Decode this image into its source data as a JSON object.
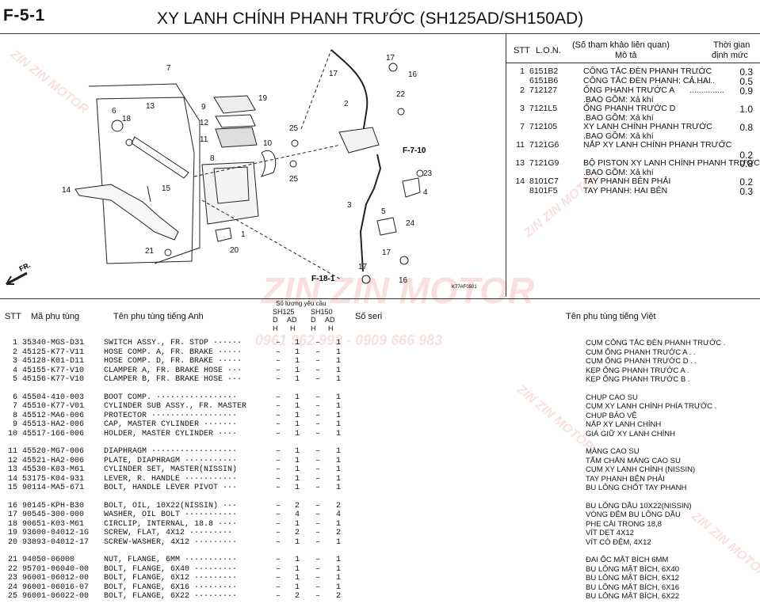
{
  "header": {
    "code": "F-5-1",
    "title": "XY LANH CHÍNH PHANH TRƯỚC (SH125AD/SH150AD)"
  },
  "ops_table": {
    "col_stt": "STT",
    "col_lon": "L.O.N.",
    "col_desc_top": "(Số tham khảo liên quan)",
    "col_desc": "Mô tả",
    "col_time_top": "Thời gian",
    "col_time": "định mức",
    "rows": [
      {
        "n": "1",
        "code": "6151B2",
        "desc": "CÔNG TẮC ĐÈN PHANH TRƯỚC",
        "dots": ".......",
        "time": "0.3"
      },
      {
        "n": "",
        "code": "6151B6",
        "desc": "CÔNG TẮC ĐÈN PHANH: CẢ HAI",
        "dots": "...........",
        "time": "0.5"
      },
      {
        "n": "2",
        "code": "712127",
        "desc": "ỐNG PHANH TRƯỚC A",
        "dots": "...............",
        "time": "0.9"
      },
      {
        "n": "",
        "code": "",
        "desc": ".BAO GỒM: Xả khí",
        "dots": "",
        "time": ""
      },
      {
        "n": "3",
        "code": "7121L5",
        "desc": "ỐNG PHANH TRƯỚC D",
        "dots": "",
        "time": "1.0"
      },
      {
        "n": "",
        "code": "",
        "desc": ".BAO GỒM: Xả khí",
        "dots": "",
        "time": ""
      },
      {
        "n": "7",
        "code": "712105",
        "desc": "XY LANH CHÍNH PHANH TRƯỚC",
        "dots": "",
        "time": "0.8"
      },
      {
        "n": "",
        "code": "",
        "desc": ".BAO GỒM: Xả khí",
        "dots": "",
        "time": ""
      },
      {
        "n": "11",
        "code": "7121G6",
        "desc": "NẮP XY LANH CHÍNH PHANH TRƯỚC",
        "dots": "",
        "time": ""
      },
      {
        "n": "",
        "code": "",
        "desc": "",
        "dots": "",
        "time": "0.2"
      },
      {
        "n": "13",
        "code": "7121G9",
        "desc": "BỘ PISTON XY LANH CHÍNH PHANH TRƯỚC",
        "dots": "",
        "time": "0.8"
      },
      {
        "n": "",
        "code": "",
        "desc": ".BAO GỒM: Xả khí",
        "dots": "",
        "time": ""
      },
      {
        "n": "14",
        "code": "8101C7",
        "desc": "TAY PHANH BÊN PHẢI",
        "dots": "",
        "time": "0.2"
      },
      {
        "n": "",
        "code": "8101F5",
        "desc": "TAY PHANH: HAI BÊN",
        "dots": "",
        "time": "0.3"
      }
    ]
  },
  "diagram": {
    "callouts": [
      "7",
      "6",
      "13",
      "18",
      "9",
      "19",
      "12",
      "11",
      "10",
      "8",
      "25",
      "25",
      "14",
      "15",
      "21",
      "1",
      "20",
      "17",
      "17",
      "16",
      "2",
      "22",
      "23",
      "4",
      "3",
      "5",
      "24",
      "17",
      "16",
      "17"
    ],
    "refs": [
      "F-7-10",
      "F-18-1",
      "FR."
    ],
    "drawing_code": "K77AF0501"
  },
  "parts_header": {
    "stt": "STT",
    "part_no": "Mã phụ tùng",
    "name_en": "Tên phụ tùng tiếng Anh",
    "qty_top": "Số lượng yêu cầu",
    "sh125": "SH125",
    "sh150": "SH150",
    "sub": [
      "D",
      "AD",
      "D",
      "AD"
    ],
    "h": [
      "H",
      "H",
      "H",
      "H"
    ],
    "serial": "Số seri",
    "name_vi": "Tên phụ tùng tiếng Việt"
  },
  "parts": [
    {
      "n": "1",
      "pn": "35340-MGS-D31",
      "en": "SWITCH ASSY., FR. STOP ······",
      "q": [
        "–",
        "1",
        "–",
        "1"
      ],
      "vi": "CỤM CÔNG TẮC ĐÈN PHANH TRƯỚC ."
    },
    {
      "n": "2",
      "pn": "45125-K77-V11",
      "en": "HOSE COMP. A, FR. BRAKE ·····",
      "q": [
        "–",
        "1",
        "–",
        "1"
      ],
      "vi": "CỤM ỐNG PHANH TRƯỚC A . ."
    },
    {
      "n": "3",
      "pn": "45128-K01-D11",
      "en": "HOSE COMP. D, FR. BRAKE ·····",
      "q": [
        "–",
        "1",
        "–",
        "1"
      ],
      "vi": "CỤM ỐNG PHANH TRƯỚC D . ."
    },
    {
      "n": "4",
      "pn": "45155-K77-V10",
      "en": "CLAMPER A, FR. BRAKE HOSE ···",
      "q": [
        "–",
        "1",
        "–",
        "1"
      ],
      "vi": "KẸP ỐNG PHANH TRƯỚC A ."
    },
    {
      "n": "5",
      "pn": "45156-K77-V10",
      "en": "CLAMPER B, FR. BRAKE HOSE ···",
      "q": [
        "–",
        "1",
        "–",
        "1"
      ],
      "vi": "KẸP ỐNG PHANH TRƯỚC B ."
    },
    {
      "n": "6",
      "pn": "45504-410-003",
      "en": "BOOT COMP. ·················",
      "q": [
        "–",
        "1",
        "–",
        "1"
      ],
      "vi": "CHỤP CAO SU"
    },
    {
      "n": "7",
      "pn": "45510-K77-V01",
      "en": "CYLINDER SUB ASSY., FR. MASTER",
      "q": [
        "–",
        "1",
        "–",
        "1"
      ],
      "vi": "CỤM XY LANH CHÍNH PHÍA TRƯỚC ."
    },
    {
      "n": "8",
      "pn": "45512-MA6-006",
      "en": "PROTECTOR ··················",
      "q": [
        "–",
        "1",
        "–",
        "1"
      ],
      "vi": "CHỤP BẢO VỆ"
    },
    {
      "n": "9",
      "pn": "45513-HA2-006",
      "en": "CAP, MASTER CYLINDER ·······",
      "q": [
        "–",
        "1",
        "–",
        "1"
      ],
      "vi": "NẮP XY LANH CHÍNH"
    },
    {
      "n": "10",
      "pn": "45517-166-006",
      "en": "HOLDER, MASTER CYLINDER ····",
      "q": [
        "–",
        "1",
        "–",
        "1"
      ],
      "vi": "GIÁ GIỮ XY LANH CHÍNH"
    },
    {
      "n": "11",
      "pn": "45520-MG7-006",
      "en": "DIAPHRAGM ··················",
      "q": [
        "–",
        "1",
        "–",
        "1"
      ],
      "vi": "MÀNG CAO SU"
    },
    {
      "n": "12",
      "pn": "45521-HA2-006",
      "en": "PLATE, DIAPHRAGM ···········",
      "q": [
        "–",
        "1",
        "–",
        "1"
      ],
      "vi": "TẤM CHẮN MÀNG CAO SU"
    },
    {
      "n": "13",
      "pn": "45530-K03-M61",
      "en": "CYLINDER SET, MASTER(NISSIN)",
      "q": [
        "–",
        "1",
        "–",
        "1"
      ],
      "vi": "CỤM XY LANH CHÍNH (NISSIN)"
    },
    {
      "n": "14",
      "pn": "53175-K04-931",
      "en": "LEVER, R. HANDLE ···········",
      "q": [
        "–",
        "1",
        "–",
        "1"
      ],
      "vi": "TAY PHANH BÊN PHẢI"
    },
    {
      "n": "15",
      "pn": "90114-MA5-671",
      "en": "BOLT, HANDLE LEVER PIVOT ···",
      "q": [
        "–",
        "1",
        "–",
        "1"
      ],
      "vi": "BU LÔNG CHỐT TAY PHANH"
    },
    {
      "n": "16",
      "pn": "90145-KPH-B30",
      "en": "BOLT, OIL, 10X22(NISSIN) ···",
      "q": [
        "–",
        "2",
        "–",
        "2"
      ],
      "vi": "BU LÔNG DẦU 10X22(NISSIN)"
    },
    {
      "n": "17",
      "pn": "90545-300-000",
      "en": "WASHER, OIL BOLT ···········",
      "q": [
        "–",
        "4",
        "–",
        "4"
      ],
      "vi": "VÒNG ĐỆM BU LÔNG DẦU"
    },
    {
      "n": "18",
      "pn": "90651-K03-M61",
      "en": "CIRCLIP, INTERNAL, 18.8 ····",
      "q": [
        "–",
        "1",
        "–",
        "1"
      ],
      "vi": "PHE CÀI TRONG 18,8"
    },
    {
      "n": "19",
      "pn": "93600-04012-1G",
      "en": "SCREW, FLAT, 4X12 ·········",
      "q": [
        "–",
        "2",
        "–",
        "2"
      ],
      "vi": "VÍT DẸT 4X12"
    },
    {
      "n": "20",
      "pn": "93893-04012-17",
      "en": "SCREW-WASHER, 4X12 ·········",
      "q": [
        "–",
        "1",
        "–",
        "1"
      ],
      "vi": "VÍT CÓ ĐỆM, 4X12"
    },
    {
      "n": "21",
      "pn": "94050-06000",
      "en": "NUT, FLANGE, 6MM ···········",
      "q": [
        "–",
        "1",
        "–",
        "1"
      ],
      "vi": "ĐAI ỐC MẶT BÍCH 6MM"
    },
    {
      "n": "22",
      "pn": "95701-06040-00",
      "en": "BOLT, FLANGE, 6X40 ·········",
      "q": [
        "–",
        "1",
        "–",
        "1"
      ],
      "vi": "BU LÔNG MẶT BÍCH, 6X40"
    },
    {
      "n": "23",
      "pn": "96001-06012-00",
      "en": "BOLT, FLANGE, 6X12 ·········",
      "q": [
        "–",
        "1",
        "–",
        "1"
      ],
      "vi": "BU LÔNG MẶT BÍCH, 6X12"
    },
    {
      "n": "24",
      "pn": "96001-06016-07",
      "en": "BOLT, FLANGE, 6X16 ·········",
      "q": [
        "–",
        "1",
        "–",
        "1"
      ],
      "vi": "BU LÔNG MẶT BÍCH, 6X16"
    },
    {
      "n": "25",
      "pn": "96001-06022-00",
      "en": "BOLT, FLANGE, 6X22 ·········",
      "q": [
        "–",
        "2",
        "–",
        "2"
      ],
      "vi": "BU LÔNG MẶT BÍCH, 6X22"
    }
  ],
  "watermark": {
    "brand": "ZIN ZIN MOTOR",
    "phone": "0961 962 993 - 0909 666 983"
  }
}
